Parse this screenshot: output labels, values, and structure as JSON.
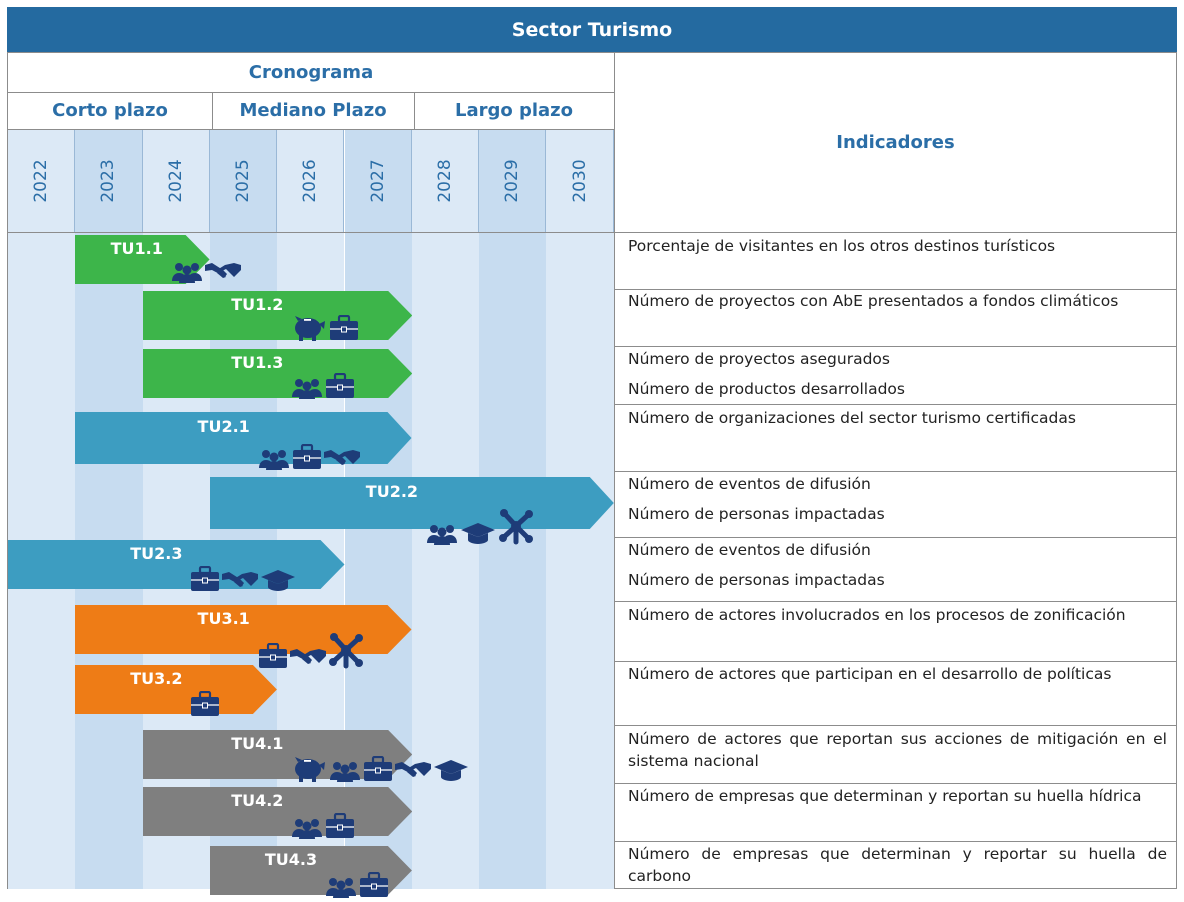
{
  "title": "Sector Turismo",
  "header": {
    "cronograma": "Cronograma",
    "indicadores": "Indicadores",
    "plazos": [
      "Corto plazo",
      "Mediano Plazo",
      "Largo plazo"
    ],
    "years": [
      "2022",
      "2023",
      "2024",
      "2025",
      "2026",
      "2027",
      "2028",
      "2029",
      "2030"
    ]
  },
  "colors": {
    "title_bg": "#246aa0",
    "header_text": "#2b6ea7",
    "stripe_light": "#dce9f6",
    "stripe_dark": "#c7dcf0",
    "green": "#3db54a",
    "teal": "#3d9dc1",
    "orange": "#ee7c16",
    "gray": "#7f7f7f",
    "icon": "#1e3c78"
  },
  "rows": [
    {
      "code": "TU1.1",
      "color": "green",
      "start_year": 2023,
      "end_year": 2024,
      "icons": [
        "people-icon",
        "handshake-icon"
      ],
      "indicators": [
        "Porcentaje de visitantes en los otros destinos turísticos"
      ]
    },
    {
      "code": "TU1.2",
      "color": "green",
      "start_year": 2024,
      "end_year": 2027,
      "icons": [
        "piggy-bank-icon",
        "briefcase-icon"
      ],
      "indicators": [
        "Número de proyectos con AbE presentados a fondos climáticos"
      ]
    },
    {
      "code": "TU1.3",
      "color": "green",
      "start_year": 2024,
      "end_year": 2027,
      "icons": [
        "people-icon",
        "briefcase-icon"
      ],
      "indicators": [
        "Número de proyectos asegurados",
        "Número de productos desarrollados"
      ]
    },
    {
      "code": "TU2.1",
      "color": "teal",
      "start_year": 2023,
      "end_year": 2027,
      "icons": [
        "people-icon",
        "briefcase-icon",
        "handshake-icon"
      ],
      "indicators": [
        "Número de organizaciones del sector turismo certificadas"
      ]
    },
    {
      "code": "TU2.2",
      "color": "teal",
      "start_year": 2025,
      "end_year": 2030,
      "icons": [
        "people-icon",
        "graduation-cap-icon",
        "network-icon"
      ],
      "indicators": [
        "Número de eventos de difusión",
        "Número de personas impactadas"
      ]
    },
    {
      "code": "TU2.3",
      "color": "teal",
      "start_year": 2022,
      "end_year": 2026,
      "icons": [
        "briefcase-icon",
        "handshake-icon",
        "graduation-cap-icon"
      ],
      "indicators": [
        "Número de eventos de difusión",
        "Número de personas impactadas"
      ]
    },
    {
      "code": "TU3.1",
      "color": "orange",
      "start_year": 2023,
      "end_year": 2027,
      "icons": [
        "briefcase-icon",
        "handshake-icon",
        "network-icon"
      ],
      "indicators": [
        "Número de actores involucrados en los procesos de zonificación"
      ]
    },
    {
      "code": "TU3.2",
      "color": "orange",
      "start_year": 2023,
      "end_year": 2025,
      "icons": [
        "briefcase-icon"
      ],
      "indicators": [
        "Número de actores que participan en el desarrollo de políticas"
      ]
    },
    {
      "code": "TU4.1",
      "color": "gray",
      "start_year": 2024,
      "end_year": 2027,
      "icons": [
        "piggy-bank-icon",
        "people-icon",
        "briefcase-icon",
        "handshake-icon",
        "graduation-cap-icon"
      ],
      "indicators": [
        "Número de actores que reportan sus acciones de mitigación en el sistema nacional"
      ]
    },
    {
      "code": "TU4.2",
      "color": "gray",
      "start_year": 2024,
      "end_year": 2027,
      "icons": [
        "people-icon",
        "briefcase-icon"
      ],
      "indicators": [
        "Número de empresas que determinan y reportan su huella hídrica"
      ]
    },
    {
      "code": "TU4.3",
      "color": "gray",
      "start_year": 2025,
      "end_year": 2027,
      "icons": [
        "people-icon",
        "briefcase-icon"
      ],
      "indicators": [
        "Número de empresas que determinan y reportar su huella de carbono"
      ]
    }
  ]
}
